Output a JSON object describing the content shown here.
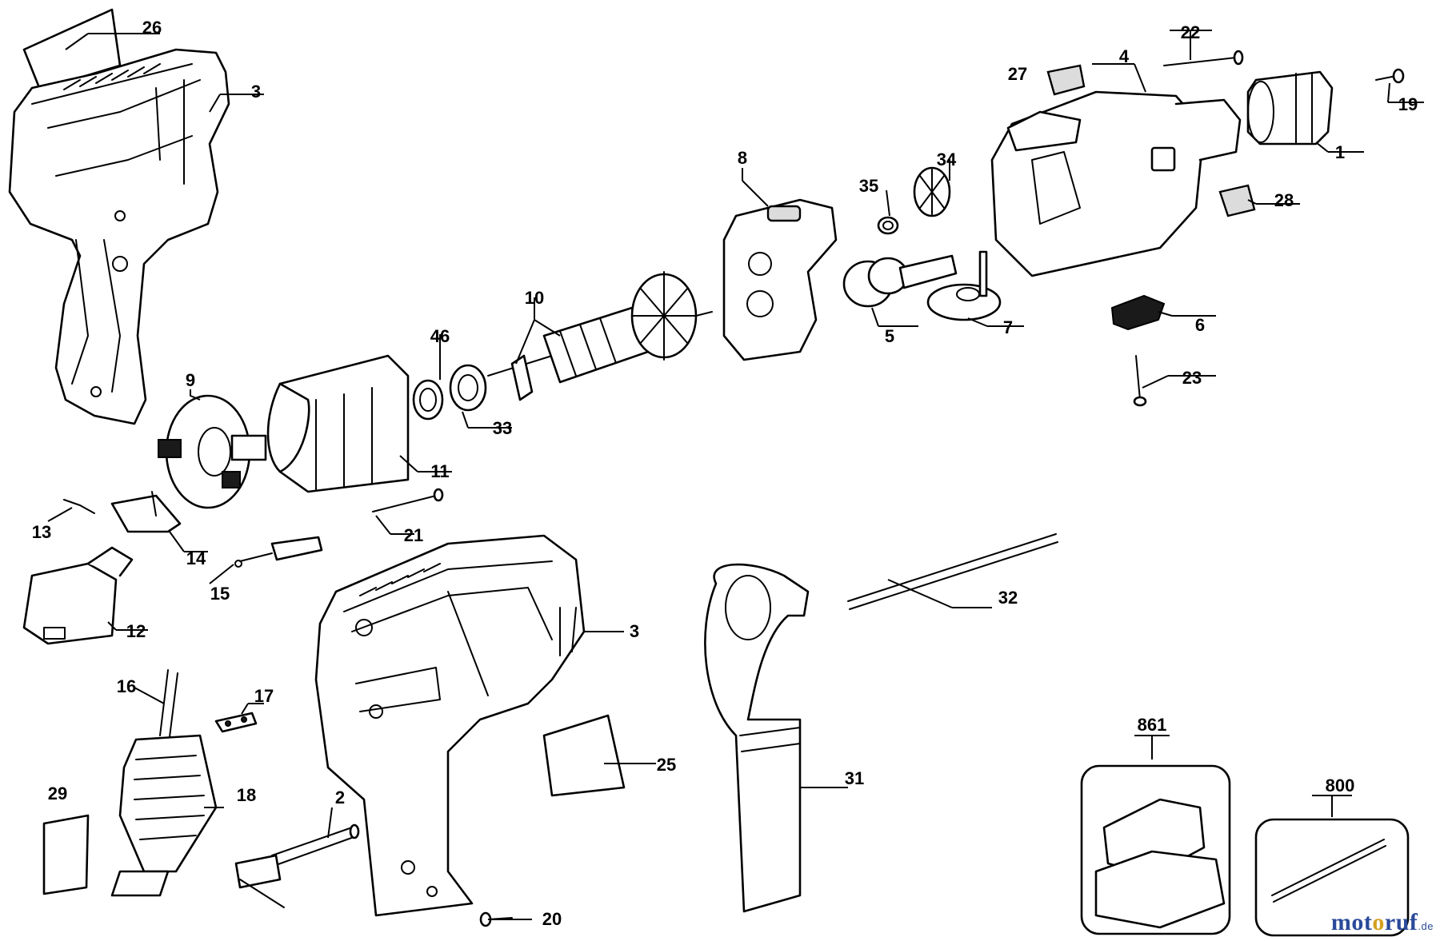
{
  "diagram": {
    "labels": [
      "1",
      "2",
      "3",
      "3",
      "4",
      "5",
      "6",
      "7",
      "8",
      "9",
      "10",
      "11",
      "12",
      "13",
      "14",
      "15",
      "16",
      "17",
      "18",
      "19",
      "20",
      "21",
      "22",
      "23",
      "25",
      "26",
      "27",
      "28",
      "29",
      "31",
      "32",
      "33",
      "34",
      "35",
      "46",
      "800",
      "861"
    ]
  },
  "watermark": {
    "text": "motoruf",
    "suffix": ".de",
    "colors": [
      "#2a4a9a",
      "#d4a020"
    ]
  }
}
